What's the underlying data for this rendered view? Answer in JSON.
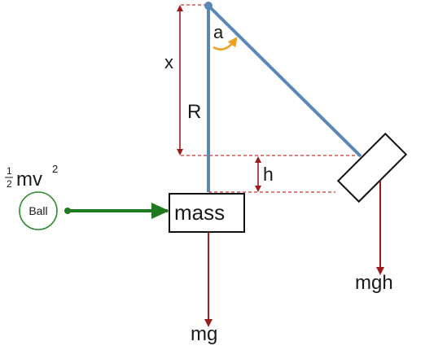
{
  "labels": {
    "angle": "a",
    "x": "x",
    "R": "R",
    "h": "h",
    "mass": "mass",
    "mg": "mg",
    "mgh": "mgh",
    "ball": "Ball",
    "ke_frac_num": "1",
    "ke_frac_den": "2",
    "ke_mv": "mv",
    "ke_exp": "2"
  },
  "colors": {
    "rod": "#5b87b8",
    "force_arrow": "#9b1c1c",
    "dashed": "#d03030",
    "ball_outline": "#2e8b2e",
    "velocity_arrow": "#1f7a1f",
    "angle_arrow": "#f0a020",
    "box_outline": "#111111"
  }
}
